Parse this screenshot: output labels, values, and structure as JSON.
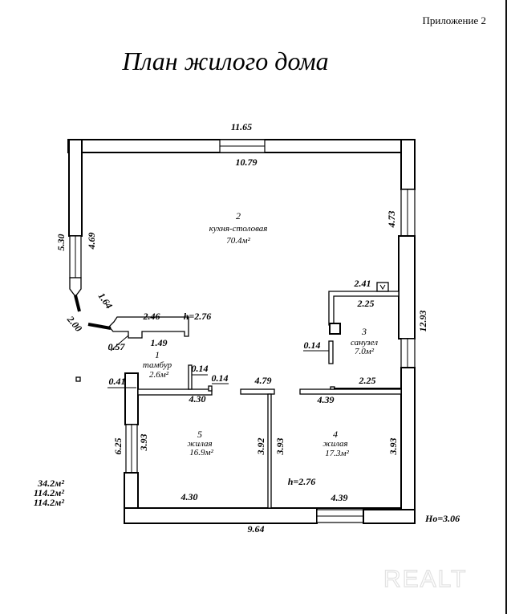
{
  "header": {
    "appendix": "Приложение 2",
    "title": "План жилого дома"
  },
  "rooms": [
    {
      "number": "2",
      "name": "кухня-столовая",
      "area": "70.4м²"
    },
    {
      "number": "1",
      "name": "тамбур",
      "area": "2.6м²"
    },
    {
      "number": "3",
      "name": "санузел",
      "area": "7.0м²"
    },
    {
      "number": "5",
      "name": "жилая",
      "area": "16.9м²"
    },
    {
      "number": "4",
      "name": "жилая",
      "area": "17.3м²"
    }
  ],
  "dimensions": {
    "top_outer": "11.65",
    "top_inner": "10.79",
    "left_outer": "5.30",
    "left_inner": "4.69",
    "right_upper": "4.73",
    "right_outer": "12.93",
    "diag_1": "1.64",
    "diag_2": "2.00",
    "vestibule_top": "2.46",
    "vestibule_height": "h=2.76",
    "vestibule_bottom": "1.49",
    "vestibule_left": "0.57",
    "wall_041": "0.41",
    "wall_014_a": "0.14",
    "wall_014_b": "0.14",
    "wall_014_c": "0.14",
    "bath_top_outer": "2.41",
    "bath_top_inner": "2.25",
    "bath_bottom": "2.25",
    "partition_430_top": "4.30",
    "partition_479": "4.79",
    "partition_439_top": "4.39",
    "room5_left": "3.93",
    "left_lower_outer": "6.25",
    "room5_right": "3.92",
    "room4_left": "3.93",
    "room4_right": "3.93",
    "room5_bottom": "4.30",
    "room4_bottom": "4.39",
    "bottom_outer": "9.64",
    "bedroom_height": "h=2.76",
    "total_height": "Ho=3.06"
  },
  "summary": {
    "line1": "34.2м²",
    "line2": "114.2м²",
    "line3": "114.2м²"
  },
  "watermark": "REALT"
}
